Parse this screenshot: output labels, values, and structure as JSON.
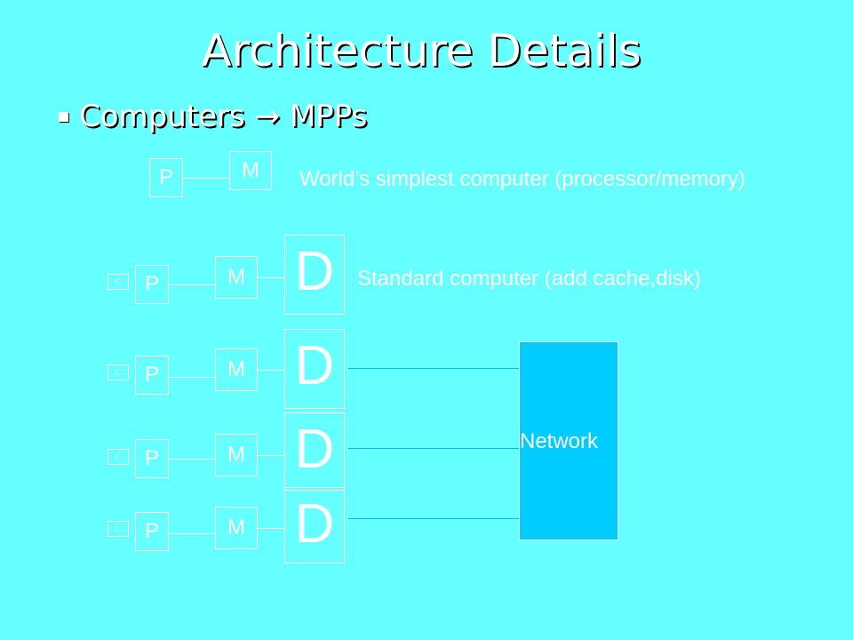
{
  "slide": {
    "title": "Architecture Details",
    "bullet": "Computers → MPPs"
  },
  "diagram": {
    "simple": {
      "processor_label": "P",
      "memory_label": "M",
      "caption": "World’s simplest computer (processor/memory)"
    },
    "standard": {
      "cache_label": "C",
      "processor_label": "P",
      "memory_label": "M",
      "disk_label": "D",
      "caption": "Standard computer (add cache,disk)"
    },
    "nodes": [
      {
        "cache_label": "C",
        "processor_label": "P",
        "memory_label": "M",
        "disk_label": "D"
      },
      {
        "cache_label": "C",
        "processor_label": "P",
        "memory_label": "M",
        "disk_label": "D"
      },
      {
        "cache_label": "C",
        "processor_label": "P",
        "memory_label": "M",
        "disk_label": "D"
      }
    ],
    "network_label": "Network"
  },
  "colors": {
    "background": "#66FFFF",
    "network_fill": "#00CCFF",
    "outline": "#FFFFFF"
  }
}
